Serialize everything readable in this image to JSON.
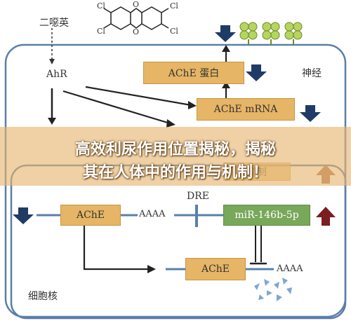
{
  "labels": {
    "dioxin": "二噁英",
    "ahr": "AhR",
    "neuron": "神经",
    "nucleus": "细胞核",
    "dre": "DRE",
    "aaaa": "AAAA"
  },
  "molecule": {
    "cl": "Cl",
    "o": "O"
  },
  "boxes": {
    "ache_protein": "AChE 蛋白",
    "ache_mrna": "AChE mRNA",
    "ache_gene": "AChE",
    "mir": "miR-146b-5p",
    "ache_transcript": "AChE",
    "partial": "抑制"
  },
  "overlay": {
    "line1": "高效利尿作用位置揭秘，揭秘",
    "line2": "其在人体中的作用与机制！"
  },
  "colors": {
    "navy_arrow": "#1f3b66",
    "green_flower": "#b5d55f",
    "box_fill": "#e6b565",
    "mir_fill": "#78a85a",
    "brown_arrow": "#b07a5a",
    "maroon_arrow": "#7a1e22",
    "cell_border": "#5b7fa8"
  }
}
